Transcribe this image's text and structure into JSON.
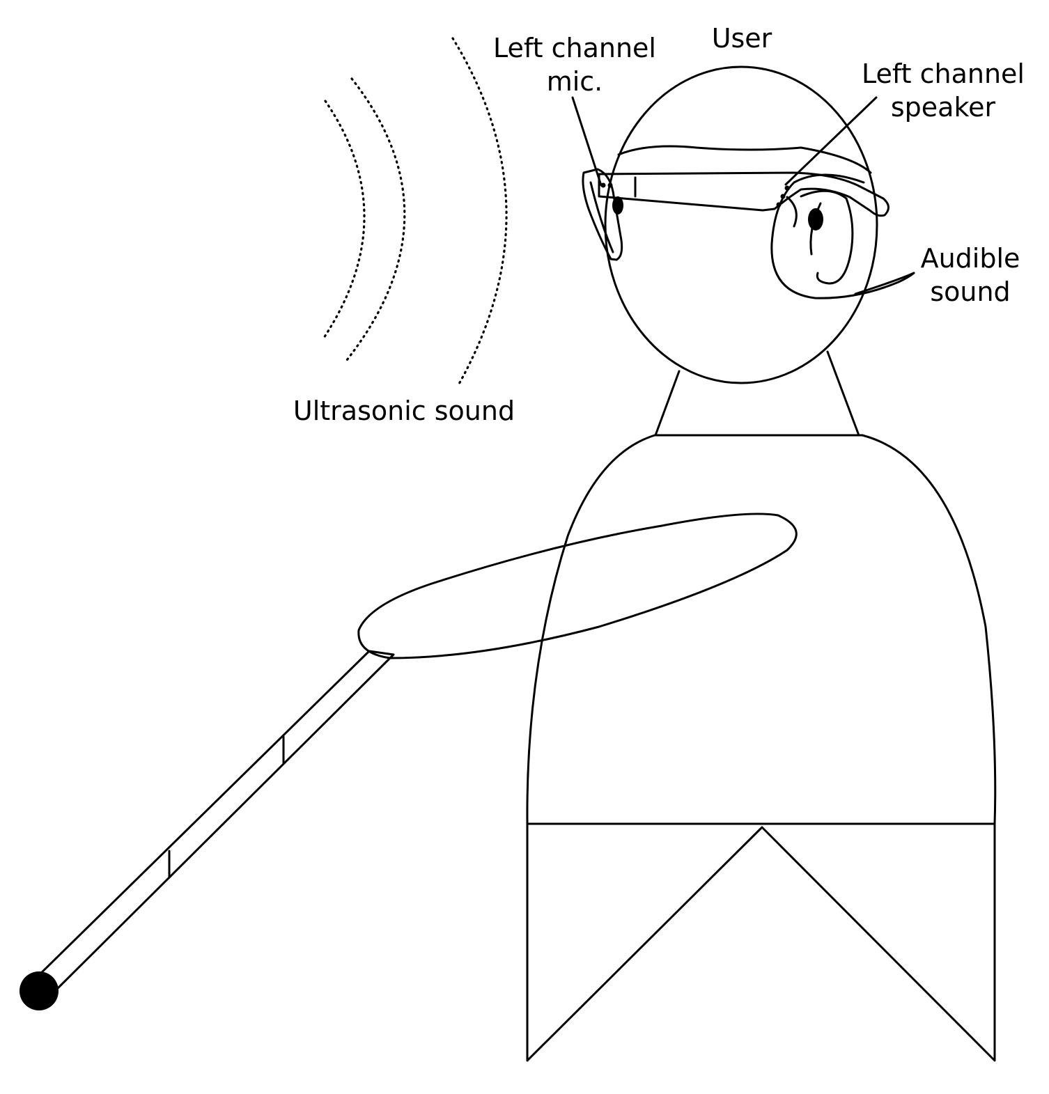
{
  "labels": {
    "user": "User",
    "left_mic_line1": "Left channel",
    "left_mic_line2": "mic.",
    "left_speaker_line1": "Left channel",
    "left_speaker_line2": "speaker",
    "audible_line1": "Audible",
    "audible_line2": "sound",
    "ultrasonic": "Ultrasonic sound"
  },
  "colors": {
    "stroke": "#000000",
    "background": "#ffffff"
  }
}
